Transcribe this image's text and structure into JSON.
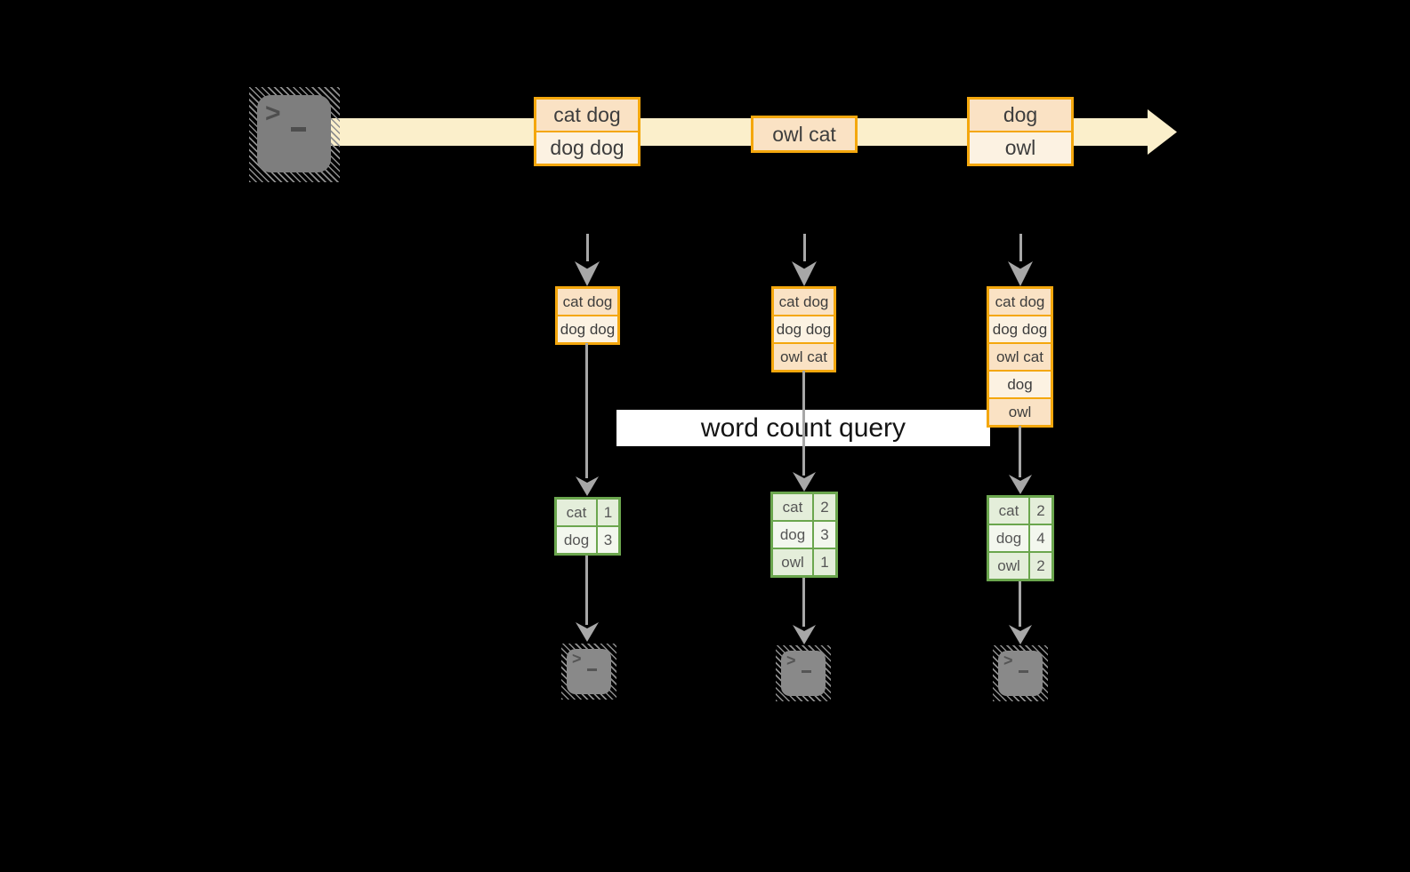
{
  "label": {
    "text": "word count query"
  },
  "stream": {
    "source_icon": "terminal-icon",
    "events": [
      {
        "lines": [
          "cat dog",
          "dog dog"
        ]
      },
      {
        "lines": [
          "owl cat"
        ]
      },
      {
        "lines": [
          "dog",
          "owl"
        ]
      }
    ]
  },
  "columns": [
    {
      "buffer": [
        "cat dog",
        "dog dog"
      ],
      "counts": [
        {
          "word": "cat",
          "count": 1
        },
        {
          "word": "dog",
          "count": 3
        }
      ],
      "sink_icon": "terminal-icon"
    },
    {
      "buffer": [
        "cat dog",
        "dog dog",
        "owl cat"
      ],
      "counts": [
        {
          "word": "cat",
          "count": 2
        },
        {
          "word": "dog",
          "count": 3
        },
        {
          "word": "owl",
          "count": 1
        }
      ],
      "sink_icon": "terminal-icon"
    },
    {
      "buffer": [
        "cat dog",
        "dog dog",
        "owl cat",
        "dog",
        "owl"
      ],
      "counts": [
        {
          "word": "cat",
          "count": 2
        },
        {
          "word": "dog",
          "count": 4
        },
        {
          "word": "owl",
          "count": 2
        }
      ],
      "sink_icon": "terminal-icon"
    }
  ],
  "colors": {
    "background": "#000000",
    "stream_band": "#FBEFCB",
    "event_border": "#F4A70D",
    "event_fill_dark": "#FAE2C4",
    "event_fill_light": "#FCF2E2",
    "table_border": "#6BA64E",
    "table_fill": "#E4EEDA",
    "table_fill_light": "#F3F7EE",
    "arrow_gray": "#A7A7A7",
    "label_bg": "#FFFFFF",
    "terminal_gray": "#7E7E7E"
  }
}
